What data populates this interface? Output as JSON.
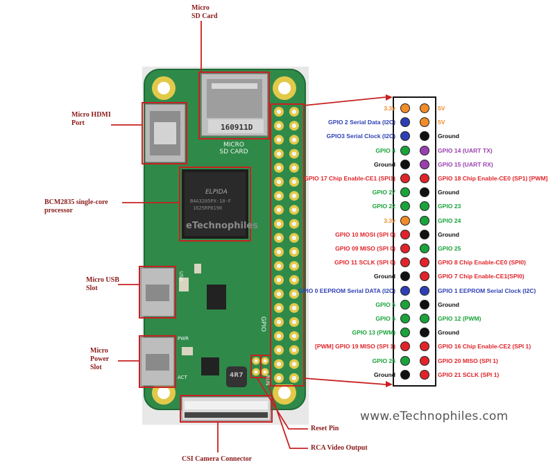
{
  "labels": {
    "micro_sd_card": "Micro\nSD Card",
    "micro_hdmi": "Micro HDMI\nPort",
    "processor": "BCM2835 single-core\nprocessor",
    "micro_usb": "Micro USB\nSlot",
    "micro_power": "Micro\nPower\nSlot",
    "reset_pin": "Reset Pin",
    "rca_video": "RCA Video Output",
    "csi_camera": "CSI Camera Connector"
  },
  "board_text": {
    "sd_slot": "MICRO\nSD CARD",
    "sd_code": "160911D",
    "chip_brand": "ELPIDA",
    "chip_logo": "eTechnophiles",
    "chip_code": "B4A3205PX-10-F",
    "chip_code2": "1625RP8190",
    "gpio_silk": "GPIO",
    "run_silk": "RUN",
    "pwr_silk": "PWR",
    "act_silk": "ACT",
    "usb_silk": "USB",
    "inductor": "4R7"
  },
  "watermark": "www.eTechnophiles.com",
  "colors": {
    "orange": "#f28c28",
    "blue": "#2e3fb5",
    "black": "#111111",
    "green": "#1aa33a",
    "purple": "#9a3fb0",
    "red": "#e0242a",
    "label_red": "#8b1a1a",
    "board_green": "#2f8a4a"
  },
  "pins": [
    {
      "left": "3.3v",
      "lc": "orange",
      "right": "5V",
      "rc": "orange",
      "ltc": "orange",
      "rtc": "orange"
    },
    {
      "left": "GPIO 2 Serial Data (I2C)",
      "lc": "blue",
      "right": "5V",
      "rc": "orange",
      "ltc": "blue",
      "rtc": "orange"
    },
    {
      "left": "GPIO3 Serial Clock (I2C)",
      "lc": "blue",
      "right": "Ground",
      "rc": "black",
      "ltc": "blue",
      "rtc": "black"
    },
    {
      "left": "GPIO 4",
      "lc": "green",
      "right": "GPIO 14 (UART TX)",
      "rc": "purple",
      "ltc": "green",
      "rtc": "purple"
    },
    {
      "left": "Ground",
      "lc": "black",
      "right": "GPIO 15 (UART RX)",
      "rc": "purple",
      "ltc": "black",
      "rtc": "purple"
    },
    {
      "left": "GPIO 17 Chip Enable-CE1 (SPI1)",
      "lc": "red",
      "right": "GPIO 18 Chip Enable-CE0 (SP1) [PWM]",
      "rc": "red",
      "ltc": "red",
      "rtc": "red"
    },
    {
      "left": "GPIO 27",
      "lc": "green",
      "right": "Ground",
      "rc": "black",
      "ltc": "green",
      "rtc": "black"
    },
    {
      "left": "GPIO 22",
      "lc": "green",
      "right": "GPIO 23",
      "rc": "green",
      "ltc": "green",
      "rtc": "green"
    },
    {
      "left": "3.3v",
      "lc": "orange",
      "right": "GPIO 24",
      "rc": "green",
      "ltc": "orange",
      "rtc": "green"
    },
    {
      "left": "GPIO 10 MOSI (SPI 0)",
      "lc": "red",
      "right": "Ground",
      "rc": "black",
      "ltc": "red",
      "rtc": "black"
    },
    {
      "left": "GPIO 09 MISO (SPI 0)",
      "lc": "red",
      "right": "GPIO 25",
      "rc": "green",
      "ltc": "red",
      "rtc": "green"
    },
    {
      "left": "GPIO 11 SCLK (SPI 0)",
      "lc": "red",
      "right": "GPIO 8 Chip Enable-CE0 (SPI0)",
      "rc": "red",
      "ltc": "red",
      "rtc": "red"
    },
    {
      "left": "Ground",
      "lc": "black",
      "right": "GPIO 7 Chip Enable-CE1(SPI0)",
      "rc": "red",
      "ltc": "black",
      "rtc": "red"
    },
    {
      "left": "GPIO 0 EEPROM Serial DATA (I2C)",
      "lc": "blue",
      "right": "GPIO 1 EEPROM Serial Clock (I2C)",
      "rc": "blue",
      "ltc": "blue",
      "rtc": "blue"
    },
    {
      "left": "GPIO 5",
      "lc": "green",
      "right": "Ground",
      "rc": "black",
      "ltc": "green",
      "rtc": "black"
    },
    {
      "left": "GPIO 6",
      "lc": "green",
      "right": "GPIO 12 (PWM)",
      "rc": "green",
      "ltc": "green",
      "rtc": "green"
    },
    {
      "left": "GPIO 13 (PWM)",
      "lc": "green",
      "right": "Ground",
      "rc": "black",
      "ltc": "green",
      "rtc": "black"
    },
    {
      "left": "[PWM] GPIO 19 MISO (SPI 1)",
      "lc": "red",
      "right": "GPIO 16 Chip Enable-CE2 (SPI 1)",
      "rc": "red",
      "ltc": "red",
      "rtc": "red"
    },
    {
      "left": "GPIO 26",
      "lc": "green",
      "right": "GPIO 20 MISO (SPI 1)",
      "rc": "red",
      "ltc": "green",
      "rtc": "red"
    },
    {
      "left": "Ground",
      "lc": "black",
      "right": "GPIO 21 SCLK (SPI 1)",
      "rc": "red",
      "ltc": "black",
      "rtc": "red"
    }
  ]
}
